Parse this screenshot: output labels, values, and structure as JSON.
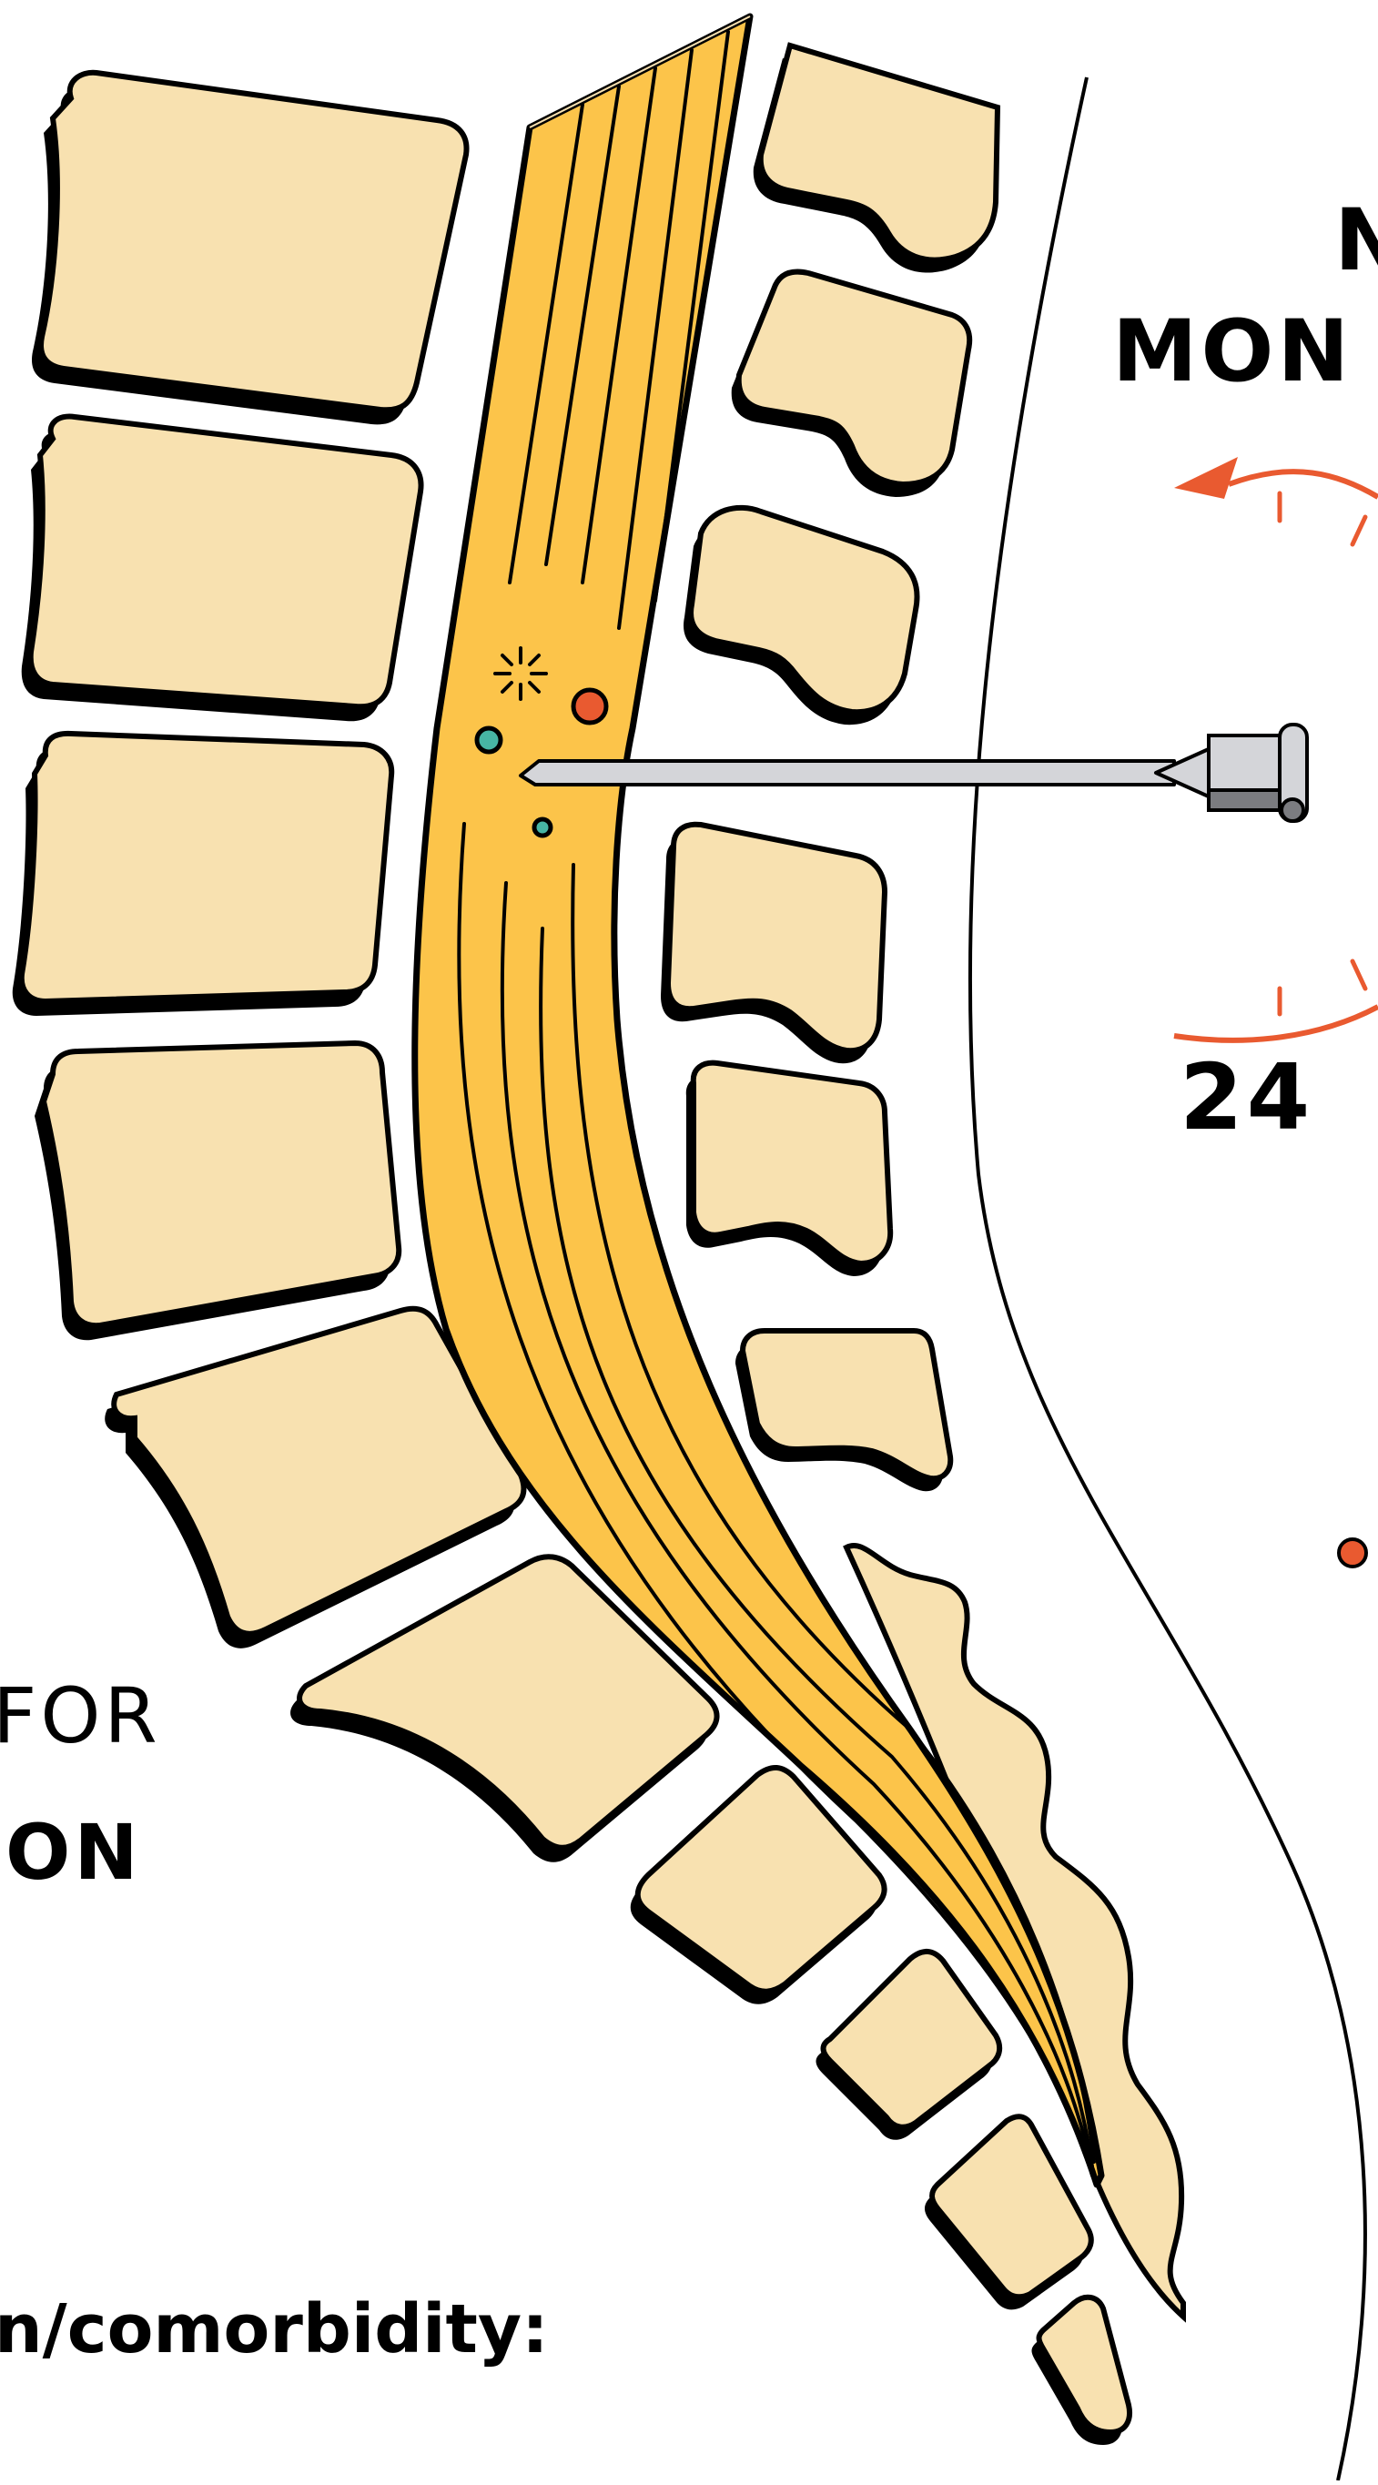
{
  "colors": {
    "bone": "#f8e1b0",
    "nerve": "#fcc44a",
    "outline": "#000000",
    "accent_orange": "#e95a30",
    "accent_teal": "#47b5a4",
    "needle_gray": "#d4d5d9"
  },
  "heading": {
    "line1": "N",
    "line2": "MON"
  },
  "gauge": {
    "value_text": "24"
  },
  "left_text": {
    "line1": "FOR",
    "line2": "ON"
  },
  "bottom_text": "n/comorbidity:",
  "icons": {
    "arrow": "curved-arrow-icon",
    "spark": "spark-icon",
    "dot": "bullet-dot-icon"
  }
}
